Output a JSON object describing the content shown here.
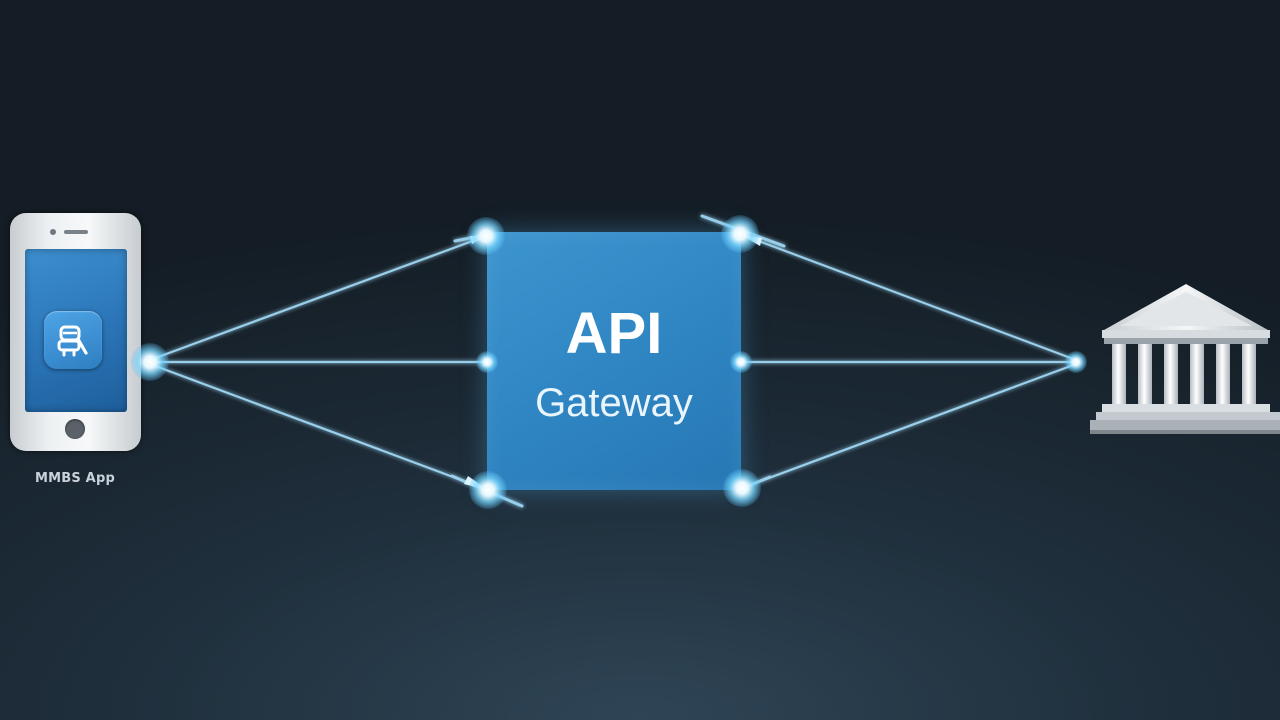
{
  "diagram": {
    "client": {
      "label": "MMBS App",
      "icon": "mobile-phone-icon",
      "app_icon": "app-glyph-icon"
    },
    "gateway": {
      "title": "API",
      "subtitle": "Gateway",
      "color": "#2f86c3"
    },
    "backend": {
      "icon": "bank-building-icon"
    },
    "connection_color": "#8fd8ff",
    "background_color": "#1b2832"
  }
}
